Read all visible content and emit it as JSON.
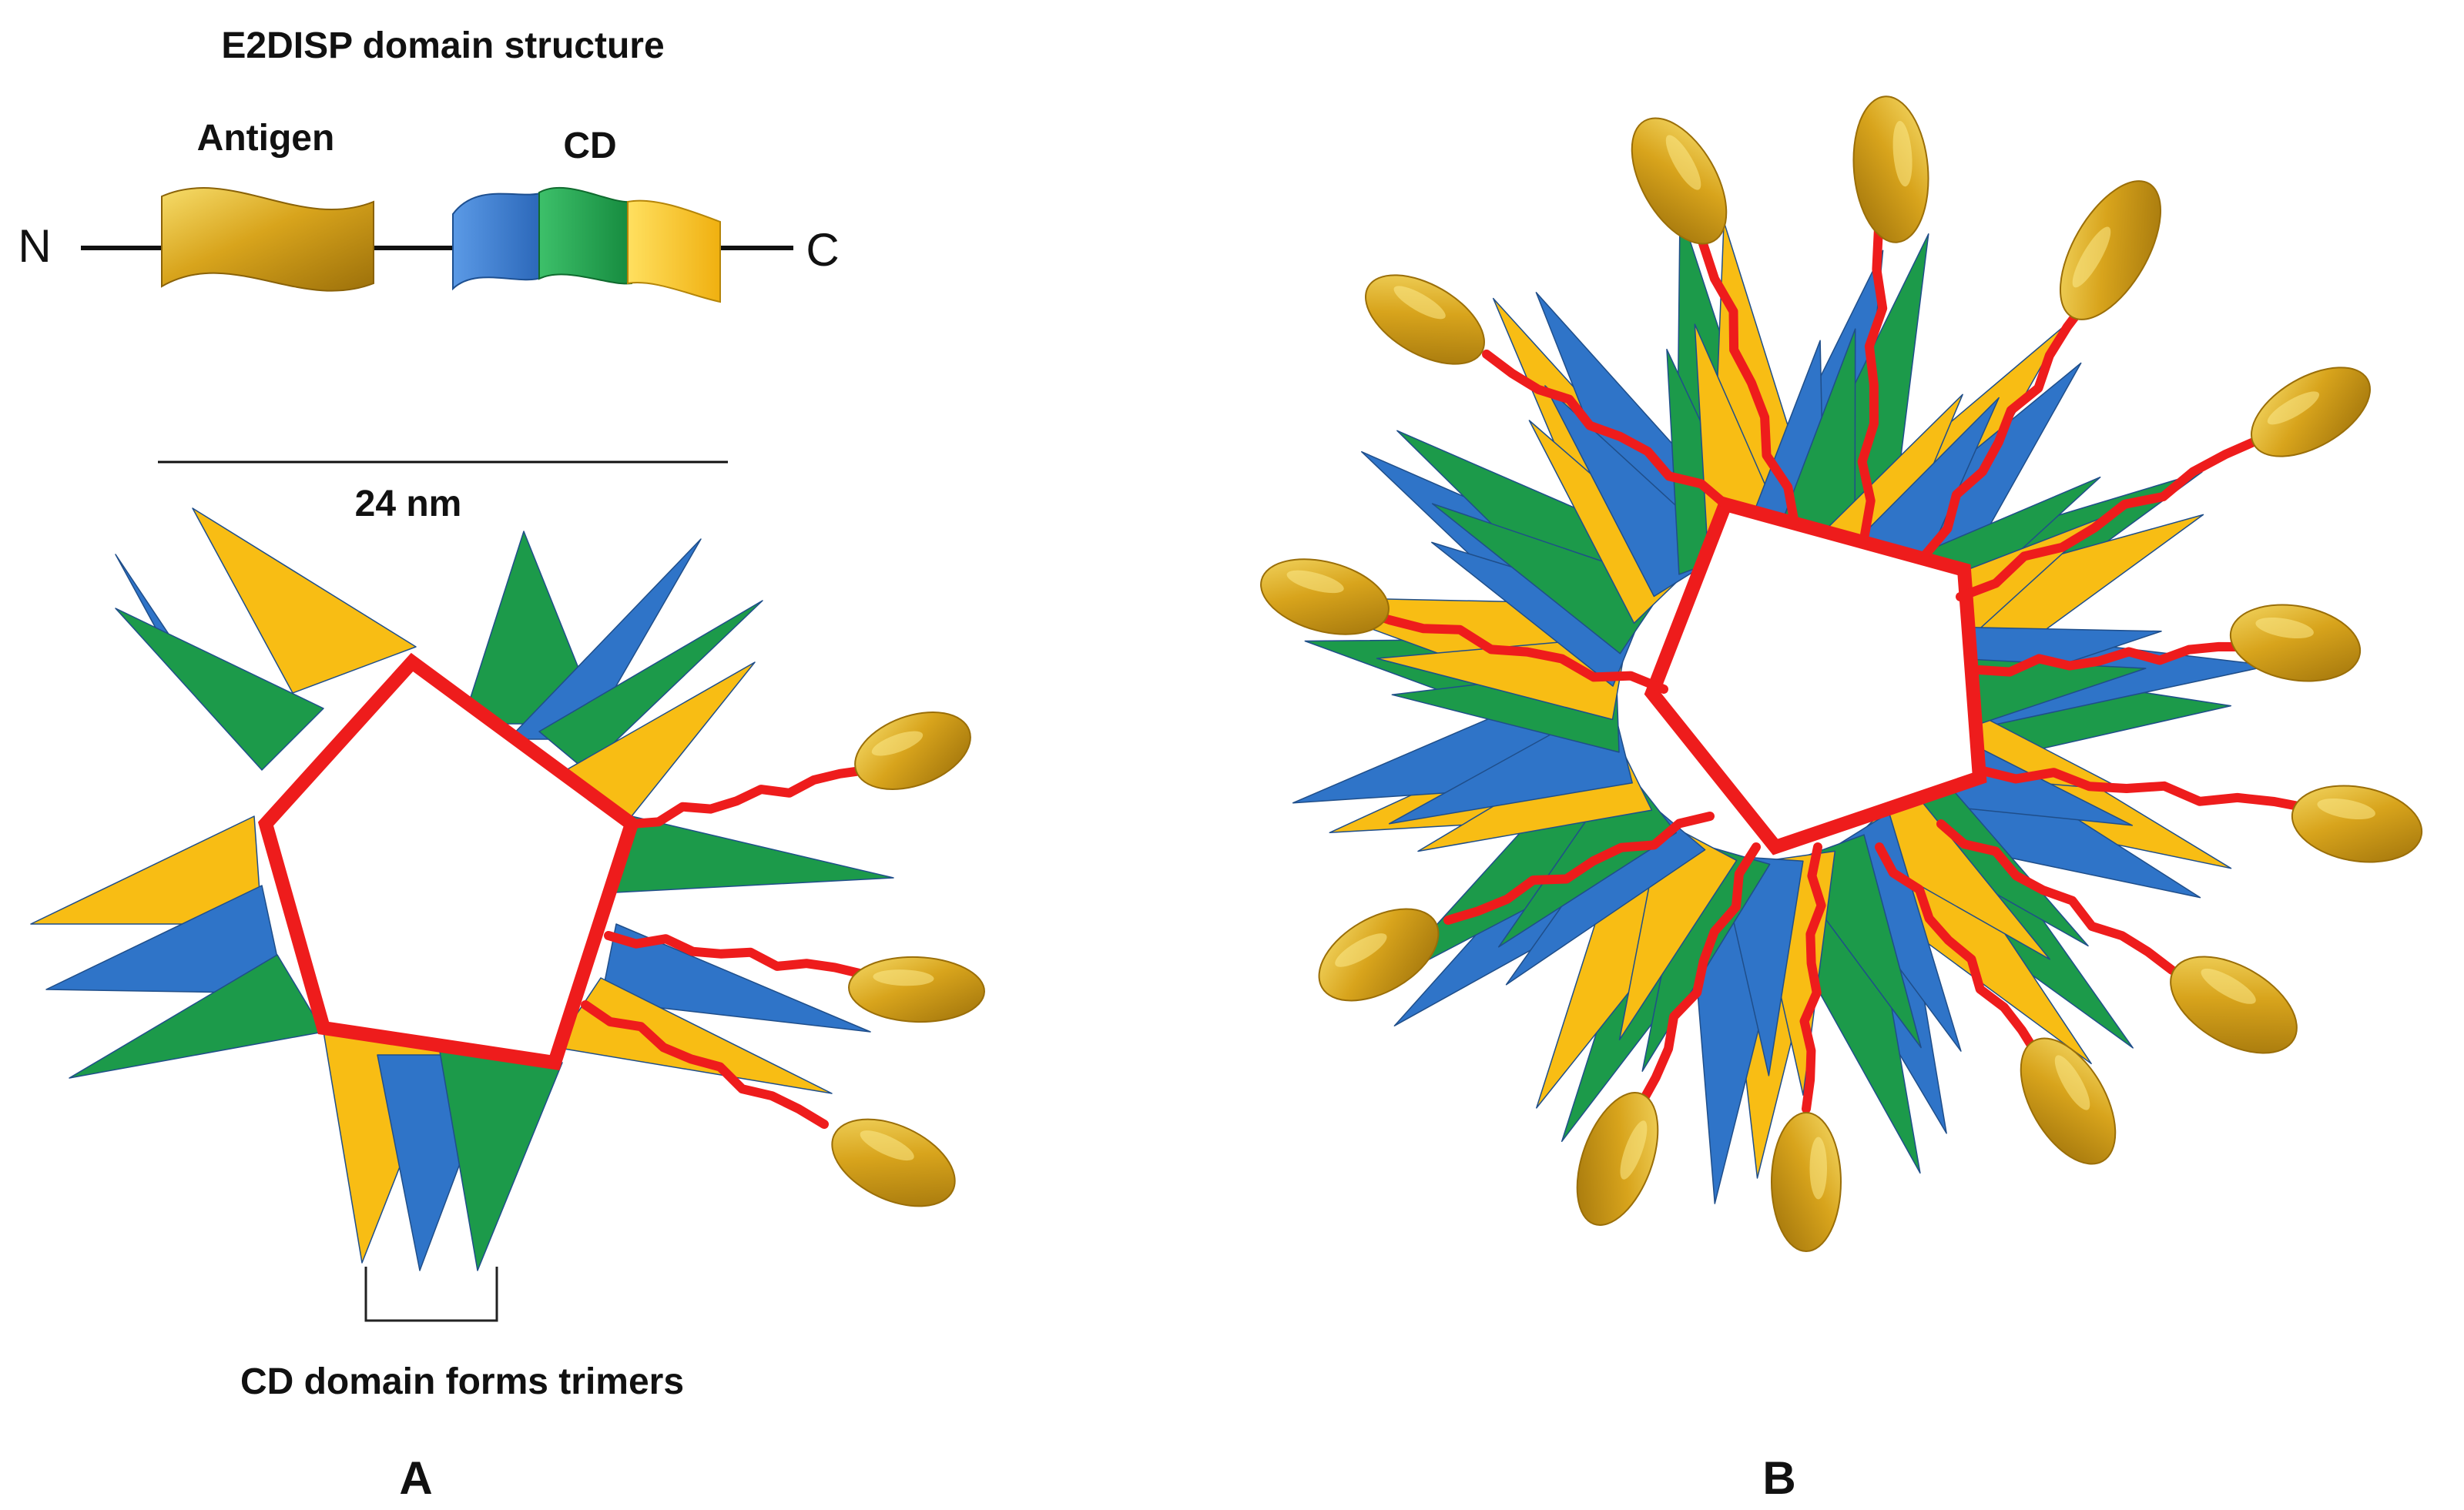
{
  "colors": {
    "gold": "#d8a41c",
    "gold_dark": "#a7780c",
    "gold_light": "#f6dc6a",
    "blue": "#2f74c8",
    "green": "#1c9a4a",
    "yellow": "#f8bd14",
    "red": "#ee1c1c",
    "line": "#111111"
  },
  "domain_structure": {
    "title": "E2DISP domain structure",
    "antigen_label": "Antigen",
    "cd_label": "CD",
    "n_terminus": "N",
    "c_terminus": "C"
  },
  "panel_a": {
    "scale_label": "24 nm",
    "trimer_label": "CD domain forms trimers",
    "panel_label": "A"
  },
  "panel_b": {
    "panel_label": "B"
  }
}
